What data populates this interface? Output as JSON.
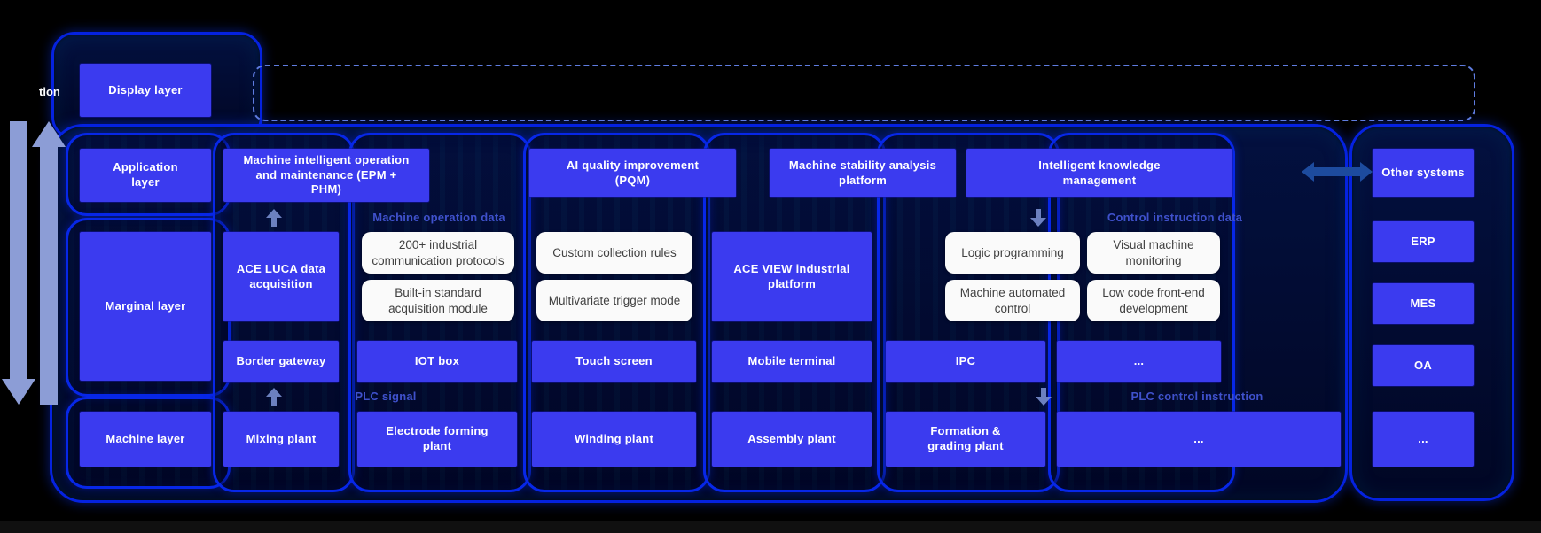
{
  "colors": {
    "background": "#000000",
    "box_blue": "#3b3bef",
    "container_border": "#0522e0",
    "white_box": "#fafafa",
    "flow_label_blue": "#3f51cc",
    "dashed_border": "#5f7ce0",
    "side_arrow": "#8c9dd6",
    "double_arrow": "#1d4b9e"
  },
  "corner_text": "tion",
  "layer_column": {
    "display": "Display layer",
    "application": "Application layer",
    "marginal": "Marginal layer",
    "machine": "Machine layer"
  },
  "application_row": {
    "epm_phm": "Machine intelligent operation and maintenance (EPM + PHM)",
    "pqm": "AI quality improvement (PQM)",
    "stability": "Machine stability analysis platform",
    "knowledge": "Intelligent knowledge management",
    "other_systems": "Other systems"
  },
  "flow_labels": {
    "machine_operation_data": "Machine operation data",
    "control_instruction_data": "Control instruction data",
    "plc_signal": "PLC signal",
    "plc_control_instruction": "PLC control instruction"
  },
  "marginal_row": {
    "ace_luca": "ACE LUCA data acquisition",
    "protocols": "200+ industrial communication protocols",
    "builtin_module": "Built-in standard acquisition module",
    "custom_rules": "Custom collection rules",
    "trigger_mode": "Multivariate trigger mode",
    "ace_view": "ACE VIEW industrial platform",
    "logic_programming": "Logic programming",
    "auto_control": "Machine automated control",
    "visual_monitoring": "Visual machine monitoring",
    "low_code": "Low code front-end development"
  },
  "device_row": {
    "border_gateway": "Border gateway",
    "iot_box": "IOT box",
    "touch_screen": "Touch screen",
    "mobile_terminal": "Mobile terminal",
    "ipc": "IPC",
    "ellipsis": "..."
  },
  "machine_row": {
    "mixing": "Mixing plant",
    "electrode": "Electrode forming plant",
    "winding": "Winding plant",
    "assembly": "Assembly plant",
    "formation": "Formation & grading plant",
    "ellipsis_wide": "...",
    "ellipsis_right": "..."
  },
  "external_systems": {
    "erp": "ERP",
    "mes": "MES",
    "oa": "OA",
    "ellipsis": "..."
  }
}
